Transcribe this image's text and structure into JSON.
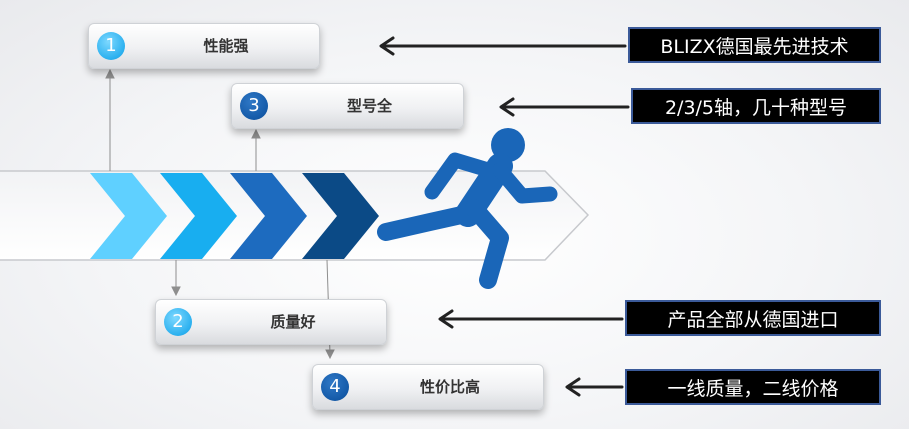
{
  "cards": [
    {
      "number": "1",
      "label": "性能强"
    },
    {
      "number": "2",
      "label": "质量好"
    },
    {
      "number": "3",
      "label": "型号全"
    },
    {
      "number": "4",
      "label": "性价比高"
    }
  ],
  "callouts": [
    {
      "text": "BLIZX德国最先进技术"
    },
    {
      "text": "2/3/5轴，几十种型号"
    },
    {
      "text": "产品全部从德国进口"
    },
    {
      "text": "一线质量，二线价格"
    }
  ],
  "colors": {
    "chevron_1": "#5fd0ff",
    "chevron_2": "#18aef0",
    "chevron_3": "#1d6bbf",
    "chevron_4": "#0b4a86",
    "runner": "#1a66b8",
    "callout_bg": "#000000",
    "callout_border": "#3b5a99"
  }
}
